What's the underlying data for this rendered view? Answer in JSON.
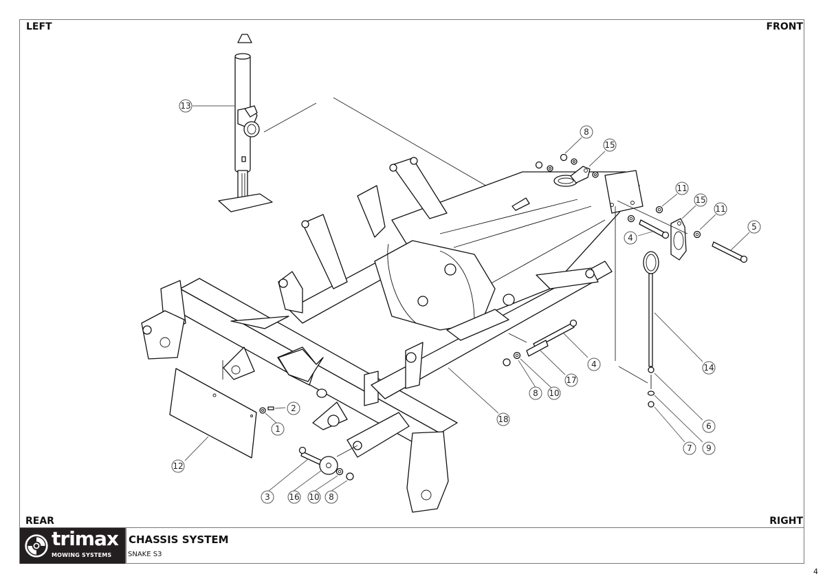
{
  "sheet": {
    "orientation_labels": {
      "top_left": "LEFT",
      "top_right": "FRONT",
      "bottom_left": "REAR",
      "bottom_right": "RIGHT"
    },
    "page_number": "4"
  },
  "title_block": {
    "logo": {
      "brand": "trimax",
      "tagline": "MOWING SYSTEMS"
    },
    "title": "CHASSIS SYSTEM",
    "subtitle": "SNAKE S3"
  },
  "callouts": [
    {
      "id": "c1",
      "label": "1",
      "part": "washer"
    },
    {
      "id": "c2",
      "label": "2",
      "part": "screw"
    },
    {
      "id": "c3",
      "label": "3",
      "part": "bolt"
    },
    {
      "id": "c4a",
      "label": "4",
      "part": "bolt"
    },
    {
      "id": "c4b",
      "label": "4",
      "part": "bolt"
    },
    {
      "id": "c5",
      "label": "5",
      "part": "bolt"
    },
    {
      "id": "c6",
      "label": "6",
      "part": "nut"
    },
    {
      "id": "c7",
      "label": "7",
      "part": "nut"
    },
    {
      "id": "c8a",
      "label": "8",
      "part": "nut"
    },
    {
      "id": "c8b",
      "label": "8",
      "part": "nut"
    },
    {
      "id": "c8c",
      "label": "8",
      "part": "nut"
    },
    {
      "id": "c9",
      "label": "9",
      "part": "washer"
    },
    {
      "id": "c10a",
      "label": "10",
      "part": "washer"
    },
    {
      "id": "c10b",
      "label": "10",
      "part": "washer"
    },
    {
      "id": "c11a",
      "label": "11",
      "part": "washer"
    },
    {
      "id": "c11b",
      "label": "11",
      "part": "washer"
    },
    {
      "id": "c12",
      "label": "12",
      "part": "mud-flap"
    },
    {
      "id": "c13",
      "label": "13",
      "part": "jack-stand"
    },
    {
      "id": "c14",
      "label": "14",
      "part": "ring-pin"
    },
    {
      "id": "c15a",
      "label": "15",
      "part": "tow-eye"
    },
    {
      "id": "c15b",
      "label": "15",
      "part": "tow-eye"
    },
    {
      "id": "c16",
      "label": "16",
      "part": "roller"
    },
    {
      "id": "c17",
      "label": "17",
      "part": "spacer-tube"
    },
    {
      "id": "c18",
      "label": "18",
      "part": "chassis-frame"
    }
  ],
  "colors": {
    "line": "#111111",
    "border": "#777777",
    "logo_bg": "#231f20",
    "logo_fg": "#ffffff"
  }
}
